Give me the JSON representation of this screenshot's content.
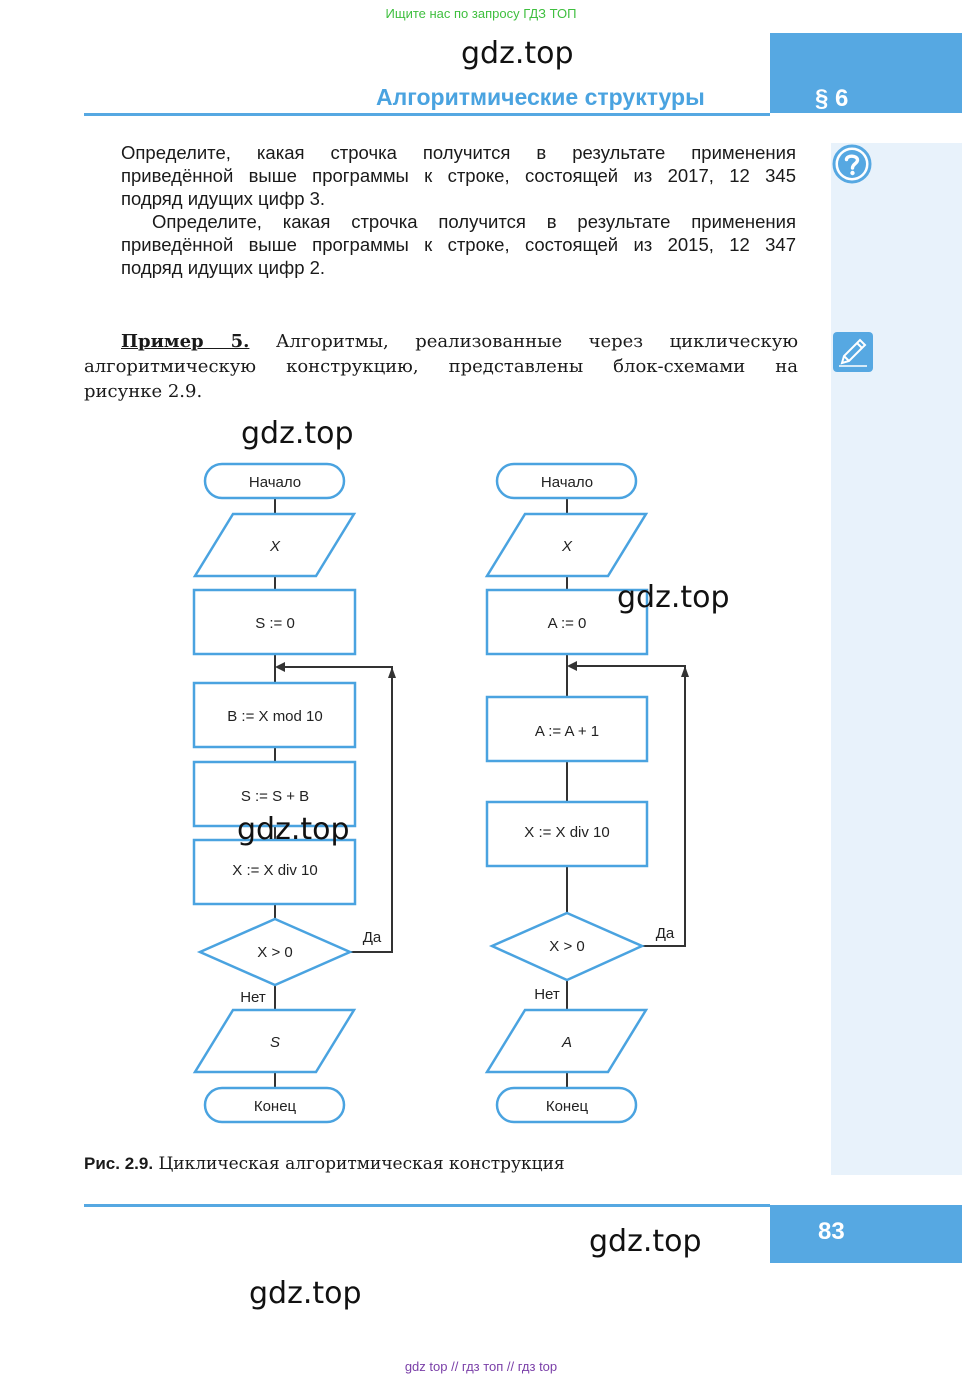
{
  "top_banner": "Ищите нас по запросу ГДЗ ТОП",
  "watermark": "gdz.top",
  "header": {
    "title": "Алгоритмические структуры",
    "section": "§ 6"
  },
  "paragraphs": {
    "p1": [
      "Определите, какая строчка получится в результате применения",
      "приведённой выше программы к строке, состоящей из 2017, 12 345",
      "подряд идущих цифр 3."
    ],
    "p2": [
      "Определите, какая строчка получится в результате применения",
      "приведённой выше программы к строке, состоящей из 2015, 12 347",
      "подряд идущих цифр 2."
    ]
  },
  "example": {
    "lead": "Пример 5.",
    "line1": "Алгоритмы, реализованные через циклическую",
    "line2": "алгоритмическую конструкцию, представлены блок-схемами на",
    "line3": "рисунке 2.9."
  },
  "flow_left": {
    "start": "Начало",
    "input": "X",
    "s0": "S := 0",
    "b": "B := X mod 10",
    "s": "S := S + B",
    "x": "X := X div 10",
    "cond": "X > 0",
    "yes": "Да",
    "no": "Нет",
    "output": "S",
    "end": "Конец"
  },
  "flow_right": {
    "start": "Начало",
    "input": "X",
    "a0": "A := 0",
    "a": "A := A + 1",
    "x": "X := X div 10",
    "cond": "X > 0",
    "yes": "Да",
    "no": "Нет",
    "output": "A",
    "end": "Конец"
  },
  "caption": {
    "label": "Рис. 2.9.",
    "text": "Циклическая алгоритмическая конструкция"
  },
  "page_number": "83",
  "bottom_links": "gdz top // гдз топ // гдз top",
  "colors": {
    "accent": "#56a8e2",
    "banner_green": "#3fbf3f",
    "strip": "#e8f2fb"
  },
  "icons": [
    "question-icon",
    "pencil-icon"
  ]
}
